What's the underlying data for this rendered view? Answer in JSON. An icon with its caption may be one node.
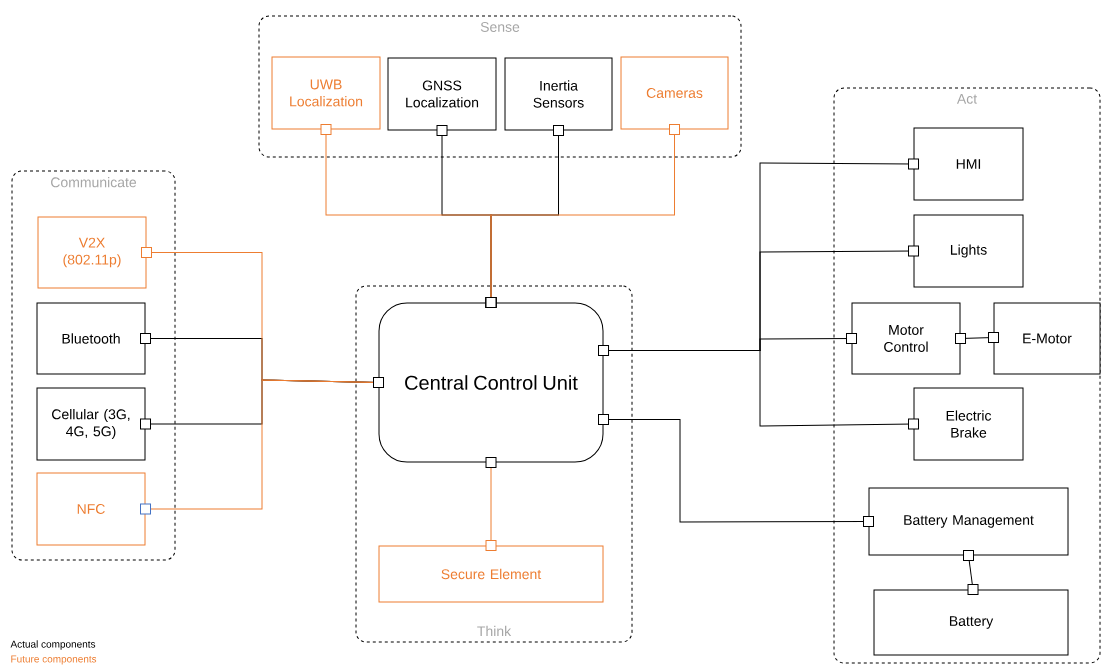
{
  "diagram": {
    "nodes": [
      {
        "text": [
          "Sense"
        ]
      },
      {
        "text": [
          "UWB Localization"
        ],
        "in": 0
      },
      {
        "text": [
          "GNSS Localization"
        ],
        "in": 0
      },
      {
        "text": [
          "Inertia Sensors"
        ],
        "in": 0
      },
      {
        "text": [
          "Cameras"
        ],
        "in": 0
      },
      {
        "text": [
          "Communicate"
        ]
      },
      {
        "text": [
          "V2X (802.11p)"
        ],
        "in": 5
      },
      {
        "text": [
          "Bluetooth"
        ],
        "in": 5
      },
      {
        "text": [
          "Cellular (3G, 4G, 5G)"
        ],
        "in": 5
      },
      {
        "text": [
          "NFC"
        ],
        "in": 5
      },
      {
        "text": [
          "Think"
        ]
      },
      {
        "text": [
          "Central Control Unit"
        ],
        "in": 10
      },
      {
        "text": [
          "Secure Element"
        ],
        "in": 10
      },
      {
        "text": [
          "Act"
        ]
      },
      {
        "text": [
          "HMI"
        ],
        "in": 13
      },
      {
        "text": [
          "Lights"
        ],
        "in": 13
      },
      {
        "text": [
          "Motor Control"
        ],
        "in": 13
      },
      {
        "text": [
          "E-Motor"
        ],
        "in": 13
      },
      {
        "text": [
          "Electric Brake"
        ],
        "in": 13
      },
      {
        "text": [
          "Battery Management"
        ],
        "in": 13
      },
      {
        "text": [
          "Battery"
        ],
        "in": 13
      }
    ],
    "edges": [
      {
        "from": 1,
        "to": 11,
        "arrow": "other",
        "color": "#ed7d31"
      },
      {
        "from": 2,
        "to": 11,
        "arrow": "other"
      },
      {
        "from": 3,
        "to": 11,
        "arrow": "other"
      },
      {
        "from": 4,
        "to": 11,
        "arrow": "other",
        "color": "#ed7d31"
      },
      {
        "from": 6,
        "to": 11,
        "arrow": "other",
        "color": "#ed7d31"
      },
      {
        "from": 7,
        "to": 11,
        "arrow": "other"
      },
      {
        "from": 8,
        "to": 11,
        "arrow": "other"
      },
      {
        "from": 9,
        "to": 11,
        "arrow": "other",
        "color": "#ed7d31"
      },
      {
        "from": 11,
        "to": 12,
        "arrow": "other",
        "color": "#ed7d31"
      },
      {
        "from": 11,
        "to": 14,
        "arrow": "other"
      },
      {
        "from": 11,
        "to": 15,
        "arrow": "other"
      },
      {
        "from": 11,
        "to": 16,
        "arrow": "other"
      },
      {
        "from": 11,
        "to": 18,
        "arrow": "other"
      },
      {
        "from": 16,
        "to": 17,
        "arrow": "other"
      },
      {
        "from": 11,
        "to": 19,
        "arrow": "other"
      },
      {
        "from": 19,
        "to": 20,
        "arrow": "other"
      }
    ],
    "labels": [
      "Actual components",
      "Future components"
    ]
  }
}
